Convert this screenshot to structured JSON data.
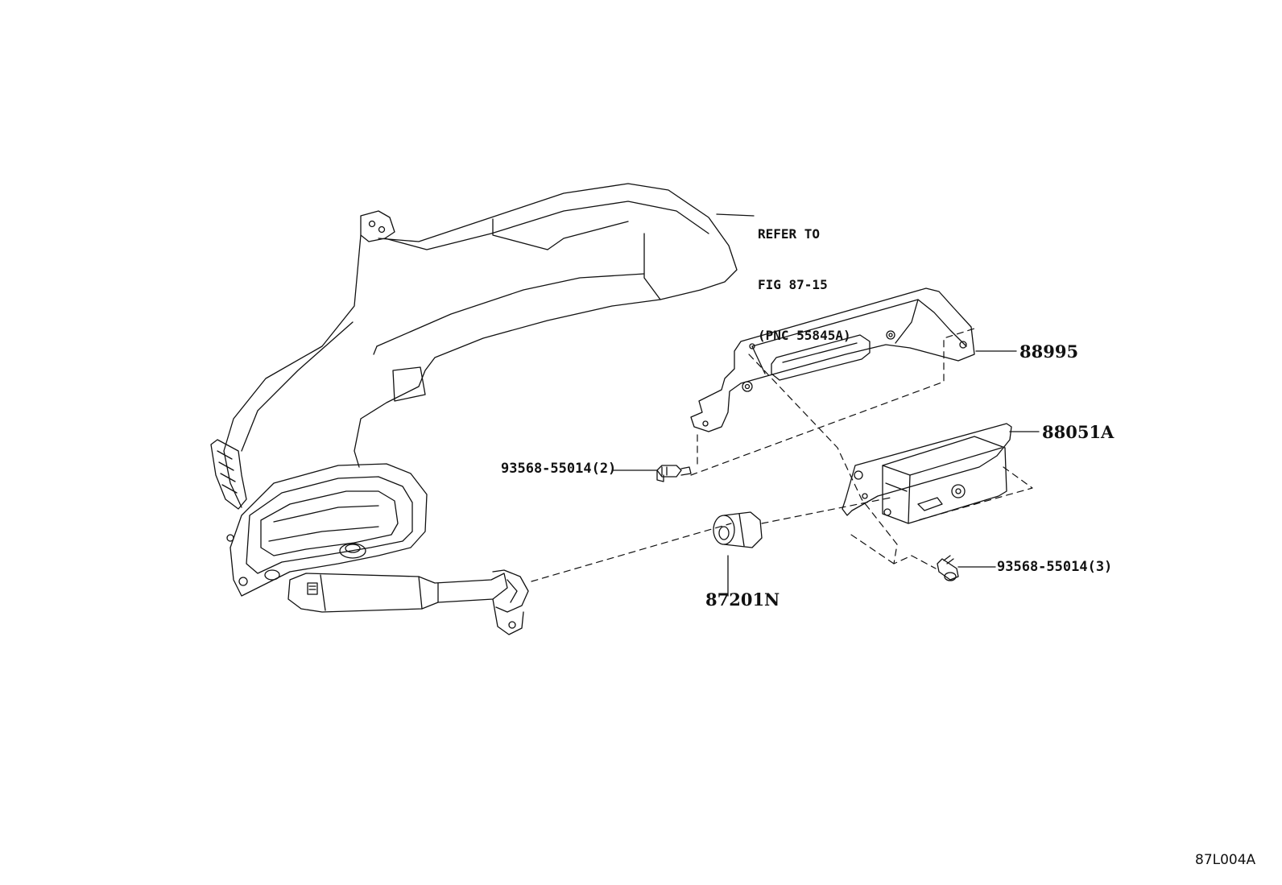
{
  "note": {
    "line1": "REFER TO",
    "line2": "FIG 87-15",
    "line3": "(PNC 55845A)"
  },
  "labels": {
    "bracket": "88995",
    "module": "88051A",
    "screw_left": "93568-55014(2)",
    "screw_right": "93568-55014(3)",
    "grommet": "87201N"
  },
  "figure_code": "87L004A"
}
